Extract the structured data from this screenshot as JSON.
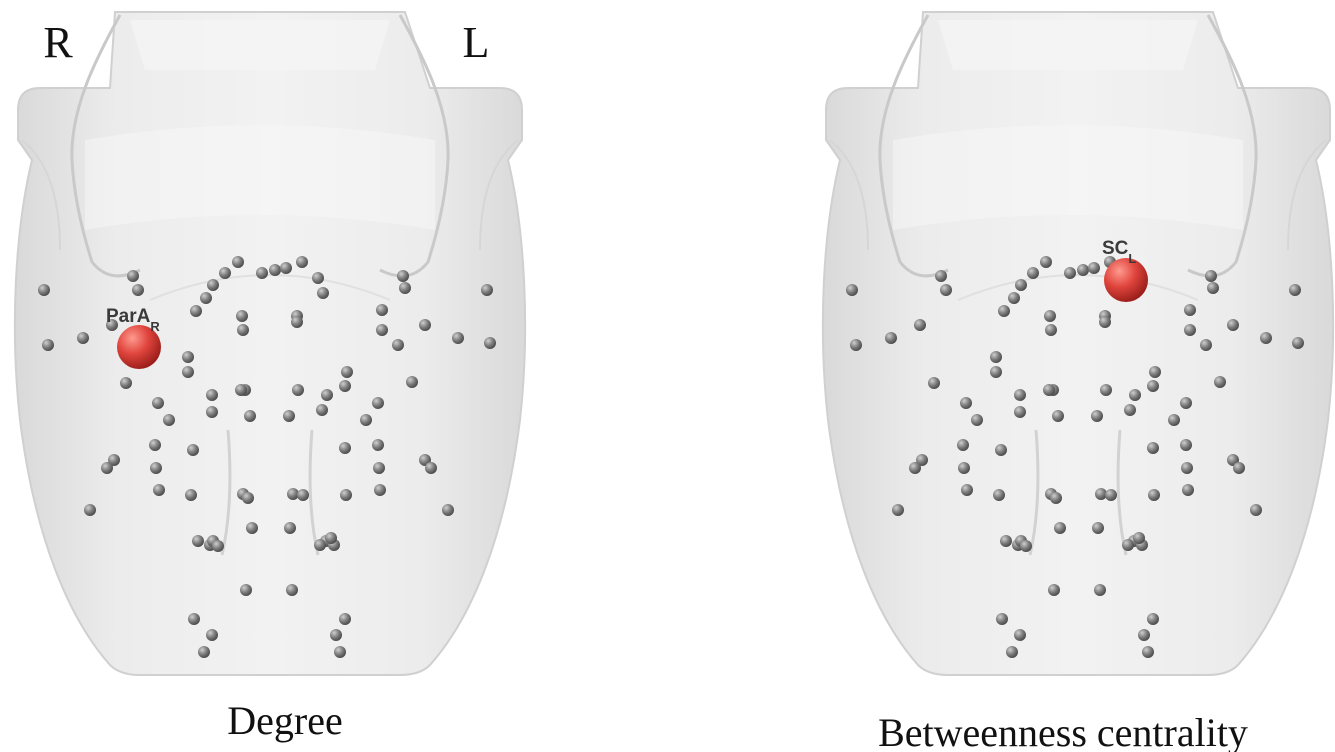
{
  "orientation": {
    "right": "R",
    "left": "L"
  },
  "colors": {
    "brain": "#e6e6e6",
    "node": "#707070",
    "hub": "#e0453d"
  },
  "panels": [
    {
      "title": "Degree",
      "hub": {
        "main": "ParA",
        "sub": "R"
      }
    },
    {
      "title": "Betweenness centrality",
      "hub": {
        "main": "SC",
        "sub": "L"
      }
    }
  ]
}
